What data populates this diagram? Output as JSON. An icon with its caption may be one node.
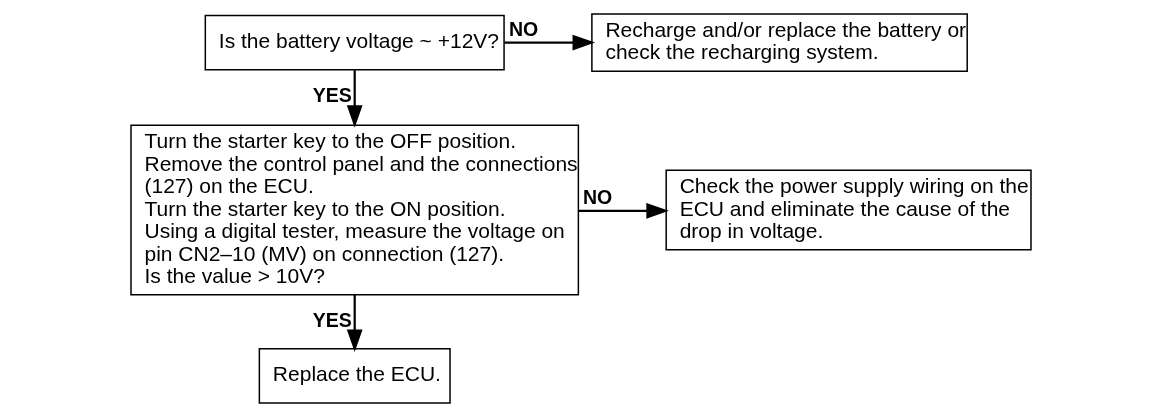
{
  "diagram": {
    "nodes": [
      {
        "text": [
          "Is the battery voltage ~ +12V?"
        ]
      },
      {
        "text": [
          "Recharge and/or replace the battery or check the recharging system."
        ]
      },
      {
        "text": [
          "Turn the starter key to the OFF position.",
          "Remove the control panel and the connections (127) on the ECU.",
          "Turn the starter key to the ON position.",
          "Using a digital tester, measure the voltage on pin CN2–10 (MV) on connection (127).",
          "Is the value > 10V?"
        ]
      },
      {
        "text": [
          "Check the power supply wiring on the ECU and eliminate the cause of the drop in voltage."
        ]
      },
      {
        "text": [
          "Replace the ECU."
        ]
      }
    ],
    "edges": [
      {
        "from": 0,
        "to": 1,
        "arrow": "to",
        "label": "NO"
      },
      {
        "from": 0,
        "to": 2,
        "arrow": "to",
        "label": "YES"
      },
      {
        "from": 2,
        "to": 3,
        "arrow": "to",
        "label": "NO"
      },
      {
        "from": 2,
        "to": 4,
        "arrow": "to",
        "label": "YES"
      }
    ]
  }
}
